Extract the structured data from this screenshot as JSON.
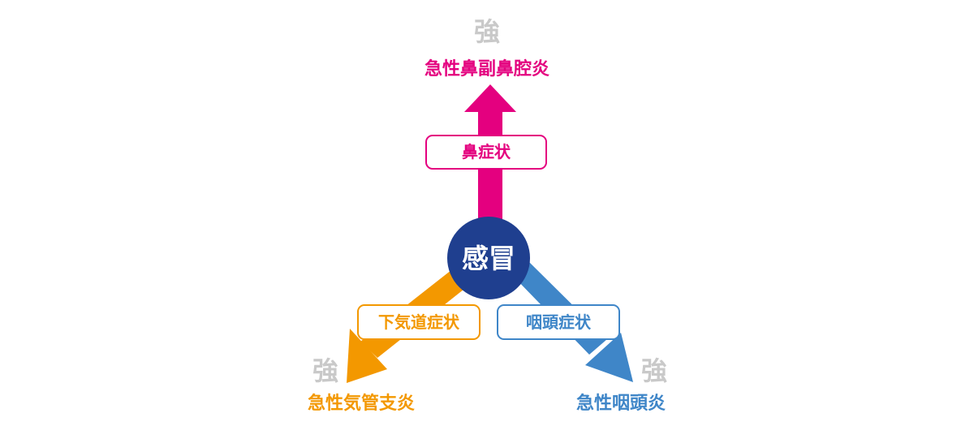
{
  "center": {
    "label": "感冒",
    "color": "#1f3f8f"
  },
  "branches": {
    "nose": {
      "strength_label": "強",
      "condition": "急性鼻副鼻腔炎",
      "symptom": "鼻症状",
      "color": "#e4007f"
    },
    "lower": {
      "strength_label": "強",
      "condition": "急性気管支炎",
      "symptom": "下気道症状",
      "color": "#f39800"
    },
    "throat": {
      "strength_label": "強",
      "condition": "急性咽頭炎",
      "symptom": "咽頭症状",
      "color": "#3f86c8"
    }
  }
}
